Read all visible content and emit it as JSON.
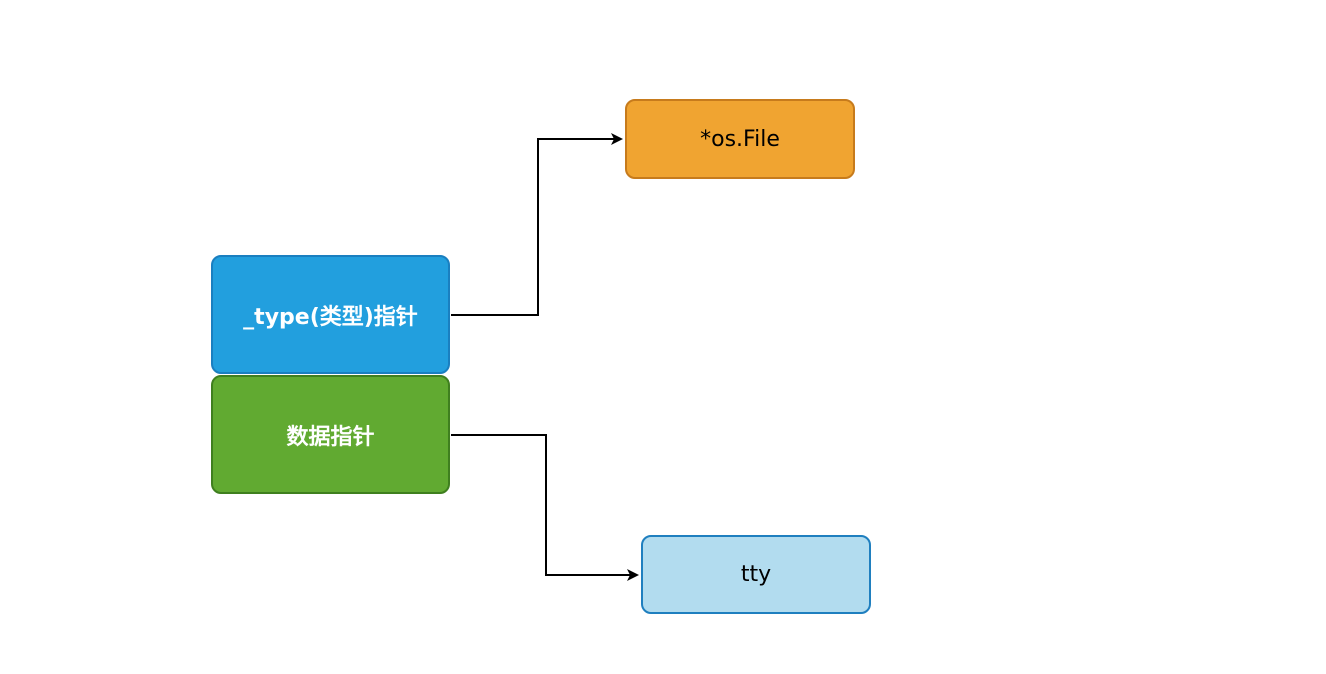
{
  "nodes": {
    "type_pointer": {
      "label": "_type(类型)指针",
      "fill": "#229fde",
      "text_color": "#ffffff"
    },
    "data_pointer": {
      "label": "数据指针",
      "fill": "#61aa31",
      "text_color": "#ffffff"
    },
    "os_file": {
      "label": "*os.File",
      "fill": "#f0a431",
      "text_color": "#000000"
    },
    "tty": {
      "label": "tty",
      "fill": "#b2dcef",
      "text_color": "#000000"
    }
  },
  "edges": [
    {
      "from": "type_pointer",
      "to": "os_file"
    },
    {
      "from": "data_pointer",
      "to": "tty"
    }
  ],
  "colors": {
    "edge": "#000000"
  }
}
